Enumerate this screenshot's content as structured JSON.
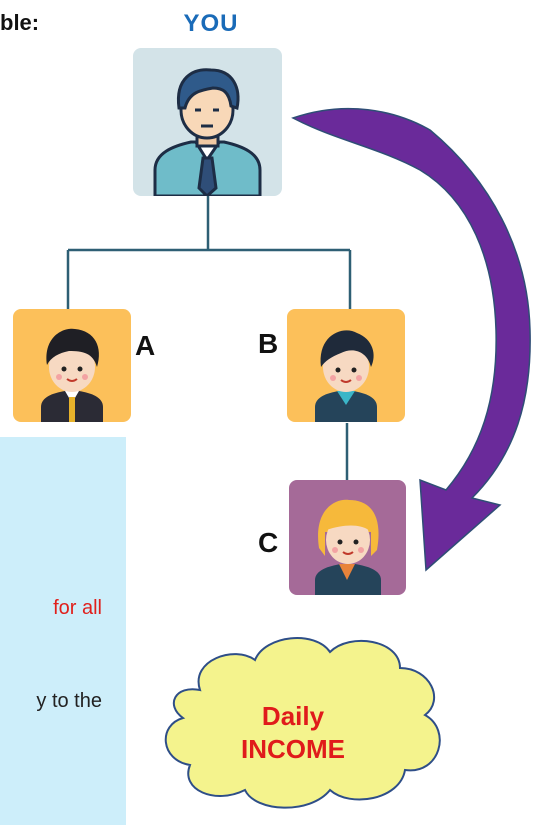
{
  "heading_fragment": "ble:",
  "top_node": {
    "label": "YOU"
  },
  "nodes": [
    {
      "label": "A"
    },
    {
      "label": "B"
    },
    {
      "label": "C"
    }
  ],
  "panel": {
    "line1": "for  all",
    "line2": "y to the"
  },
  "cloud": {
    "line1": "Daily",
    "line2": "INCOME"
  },
  "colors": {
    "heading_blue": "#1a6bb8",
    "connector": "#2e5f74",
    "arrow_purple": "#6a2a9a",
    "tile_orange": "#fcc05a",
    "tile_purple": "#a56a98",
    "panel_blue": "#cdeefa",
    "cloud_fill": "#f4f38d",
    "income_red": "#e01b1b"
  },
  "icons": [
    "man-avatar-icon",
    "boy-avatar-icon",
    "man-avatar-icon",
    "woman-avatar-icon"
  ]
}
